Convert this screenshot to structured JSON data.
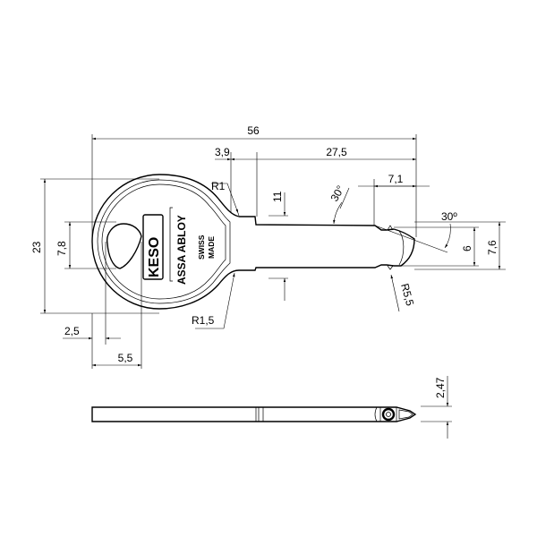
{
  "drawing": {
    "dimensions": {
      "overall_length": "56",
      "shoulder_offset": "3,9",
      "blade_length": "27,5",
      "tip_length": "7,1",
      "head_height": "23",
      "hole_height": "7,8",
      "shoulder_height": "11",
      "tip_angle_top": "30°",
      "tip_angle_right": "30º",
      "tip_width": "6",
      "blade_width": "7,6",
      "tip_radius": "R5,5",
      "neck_radius_top": "R1",
      "neck_radius_bottom": "R1,5",
      "hole_offset": "2,5",
      "hole_width": "5,5",
      "thickness": "2,47"
    },
    "logo": {
      "brand": "KESO",
      "group": "ASSA ABLOY",
      "origin_line1": "SWISS",
      "origin_line2": "MADE"
    }
  }
}
